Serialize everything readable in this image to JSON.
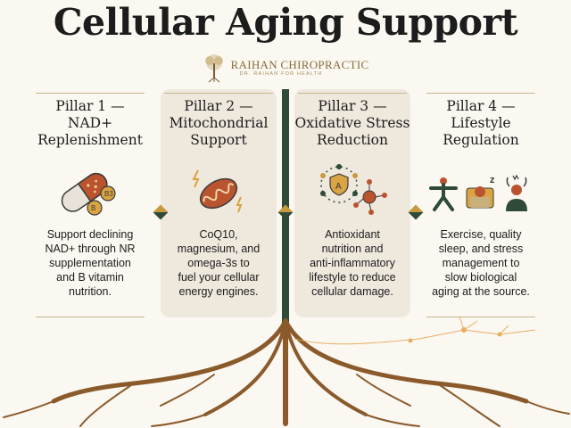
{
  "title": "Cellular Aging Support",
  "brand": {
    "name": "RAIHAN CHIROPRACTIC",
    "tagline": "DR. RAIHAN FOR HEALTH"
  },
  "pillars": [
    {
      "title": "Pillar 1 —\nNAD+\nReplenishment",
      "description": "Support declining\nNAD+ through NR\nsupplementation\nand B vitamin\nnutrition.",
      "icon": "pill-capsule-icon",
      "labels": [
        "B3",
        "B"
      ]
    },
    {
      "title": "Pillar 2 —\nMitochondrial\nSupport",
      "description": "CoQ10,\nmagnesium, and\nomega-3s to\nfuel your cellular\nenergy engines.",
      "icon": "mitochondria-icon"
    },
    {
      "title": "Pillar 3 —\nOxidative Stress\nReduction",
      "description": "Antioxidant\nnutrition and\nanti-inflammatory\nlifestyle to reduce\ncellular damage.",
      "icon": "antioxidant-shield-icon",
      "labels": [
        "A"
      ]
    },
    {
      "title": "Pillar 4 —\nLifestyle\nRegulation",
      "description": "Exercise, quality\nsleep, and stress\nmanagement to\nslow biological\naging at the source.",
      "icon": "lifestyle-icons",
      "labels": [
        "z"
      ]
    }
  ],
  "colors": {
    "accent_gold": "#c79a3f",
    "accent_green": "#2f4a37",
    "root_brown": "#8a5a2b",
    "panel_shade": "#efe8dd"
  }
}
